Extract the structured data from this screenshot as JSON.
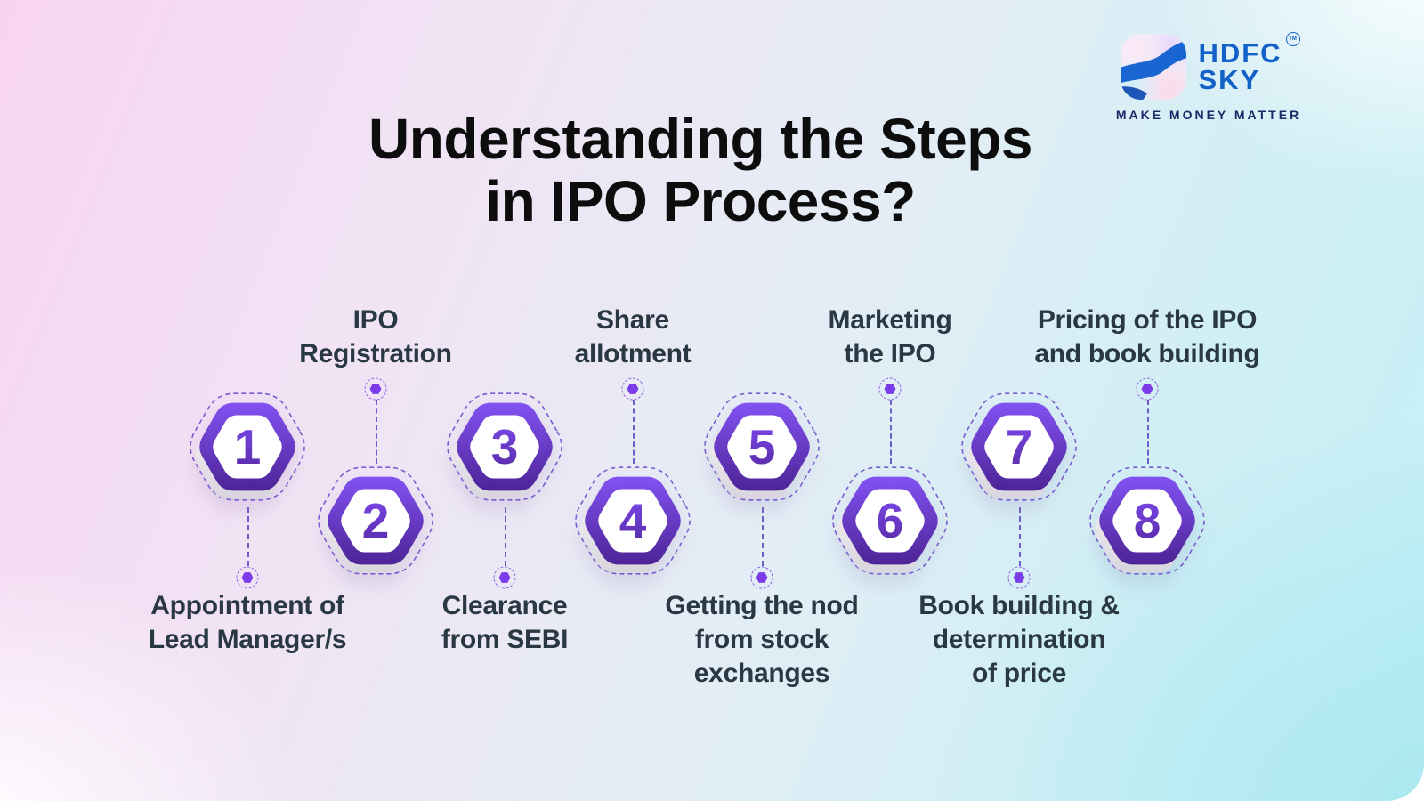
{
  "brand": {
    "name_top": "HDFC",
    "name_bottom": "SKY",
    "trademark": "TM",
    "tagline": "MAKE MONEY MATTER",
    "logo_blue": "#1161C8",
    "tagline_color": "#1B2A66"
  },
  "title": {
    "text": "Understanding the Steps\nin IPO Process?"
  },
  "steps": [
    {
      "number": "1",
      "label": "Appointment of\nLead Manager/s",
      "label_position": "below"
    },
    {
      "number": "2",
      "label": "IPO\nRegistration",
      "label_position": "above"
    },
    {
      "number": "3",
      "label": "Clearance\nfrom SEBI",
      "label_position": "below"
    },
    {
      "number": "4",
      "label": "Share\nallotment",
      "label_position": "above"
    },
    {
      "number": "5",
      "label": "Getting the nod\nfrom stock\nexchanges",
      "label_position": "below"
    },
    {
      "number": "6",
      "label": "Marketing\nthe IPO",
      "label_position": "above"
    },
    {
      "number": "7",
      "label": "Book building &\ndetermination\nof price",
      "label_position": "below"
    },
    {
      "number": "8",
      "label": "Pricing of the IPO\nand book building",
      "label_position": "above"
    }
  ],
  "colors": {
    "hex_purple_top": "#8252F2",
    "hex_purple_bottom": "#4D2496",
    "number_purple_top": "#7D49EC",
    "number_purple_bottom": "#552AA4",
    "dashed_outline": "#7A5BD0",
    "connector": "#6F5EC9",
    "dot": "#7C3BE8",
    "label_text": "#2A3844",
    "title_text": "#0D0D0D",
    "background_pink": "#F8D4F3",
    "background_cyan": "#C2F0F6"
  }
}
